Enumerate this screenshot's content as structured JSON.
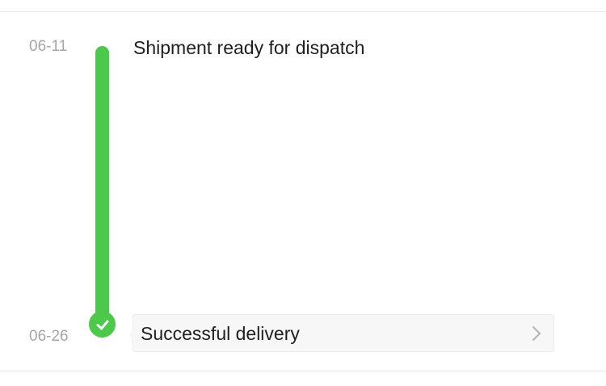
{
  "timeline": {
    "events": [
      {
        "date": "06-11",
        "title": "Shipment ready for dispatch"
      },
      {
        "date": "06-26",
        "title": "Successful delivery"
      }
    ]
  },
  "icons": {
    "completed": "check-circle-icon",
    "navigate": "chevron-right-icon"
  },
  "colors": {
    "accent": "#4cc84a",
    "date_text": "#a6a6a6",
    "primary_text": "#1f1f1f",
    "card_background": "#f7f7f7"
  }
}
